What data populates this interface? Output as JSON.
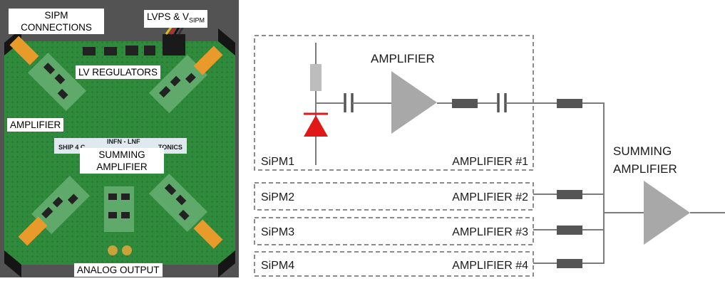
{
  "photo": {
    "labels": {
      "sipm_connections_1": "SIPM",
      "sipm_connections_2": "CONNECTIONS",
      "lvps_main": "LVPS & V",
      "lvps_sub": "SIPM",
      "lv_regulators": "LV REGULATORS",
      "amplifier": "AMPLIFIER",
      "summing_1": "SUMMING",
      "summing_2": "AMPLIFIER",
      "analog_output": "ANALOG OUTPUT"
    },
    "board_silkscreen": {
      "left": "SHIP 4 C",
      "center": "INFN - LNF",
      "right": "TONICS"
    },
    "colors": {
      "pcb": "#2f8a3c",
      "background": "#4a4a4a"
    }
  },
  "schematic": {
    "amplifier_title": "AMPLIFIER",
    "summing_title_1": "SUMMING",
    "summing_title_2": "AMPLIFIER",
    "channels": [
      {
        "sipm": "SiPM1",
        "amp": "AMPLIFIER #1"
      },
      {
        "sipm": "SiPM2",
        "amp": "AMPLIFIER #2"
      },
      {
        "sipm": "SiPM3",
        "amp": "AMPLIFIER #3"
      },
      {
        "sipm": "SiPM4",
        "amp": "AMPLIFIER #4"
      }
    ],
    "colors": {
      "wire": "#7a7a7a",
      "amplifier_fill": "#a8a8a8",
      "resistor_fill": "#555555",
      "bias_resistor_fill": "#bdbdbd",
      "diode_fill": "#e01818"
    }
  }
}
